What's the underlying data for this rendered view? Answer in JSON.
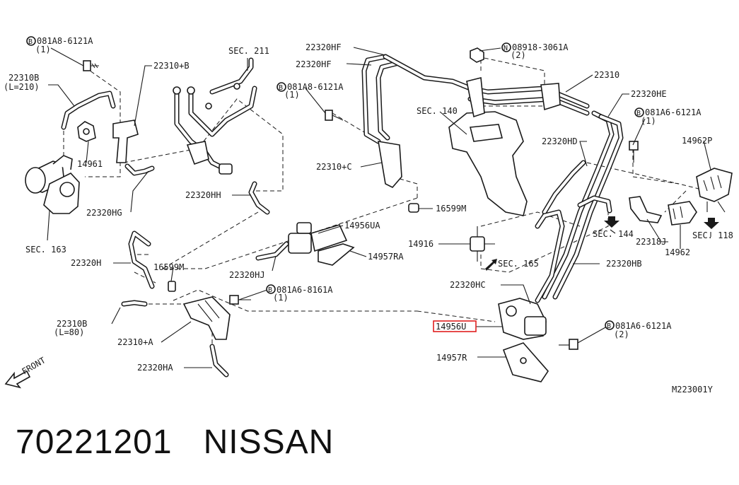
{
  "diagram_id": "M223001Y",
  "caption": {
    "part_number": "70221201",
    "brand": "NISSAN"
  },
  "highlight_color": "#e02020",
  "labels": {
    "bolt_top_left": "081A8-6121A",
    "bolt_top_left_qty": "(1)",
    "hose_22310b_top": "22310B",
    "hose_22310b_top_len": "(L=210)",
    "bracket_22310b": "22310+B",
    "sec_211": "SEC. 211",
    "hf_1": "22320HF",
    "hf_2": "22320HF",
    "nut": "08918-3061A",
    "nut_qty": "(2)",
    "bolt_mid": "081A8-6121A",
    "bolt_mid_qty": "(1)",
    "sec_140": "SEC. 140",
    "tube_22310": "22310",
    "he": "22320HE",
    "bolt_right": "081A6-6121A",
    "bolt_right_qty": "(1)",
    "connector_14962p": "14962P",
    "hd": "22320HD",
    "p14961": "14961",
    "hg": "22320HG",
    "bracket_22310c": "22310+C",
    "p16599m_right": "16599M",
    "hh": "22320HH",
    "ua": "14956UA",
    "sec_163": "SEC. 163",
    "p14916": "14916",
    "sec_144": "SEC. 144",
    "j_22318": "22318J",
    "sec_118": "SEC. 118",
    "p14962": "14962",
    "h": "22320H",
    "p16599m_left": "16599M",
    "hj": "22320HJ",
    "ra": "14957RA",
    "sec_165": "SEC. 165",
    "hb": "22320HB",
    "hc": "22320HC",
    "bolt_low": "081A6-8161A",
    "bolt_low_qty": "(1)",
    "hose_22310b_low": "22310B",
    "hose_22310b_low_len": "(L=80)",
    "bracket_22310a": "22310+A",
    "valve_highlight": "14956U",
    "bolt_low_right": "081A6-6121A",
    "bolt_low_right_qty": "(2)",
    "bracket_14957r": "14957R",
    "ha": "22320HA",
    "front": "FRONT"
  }
}
